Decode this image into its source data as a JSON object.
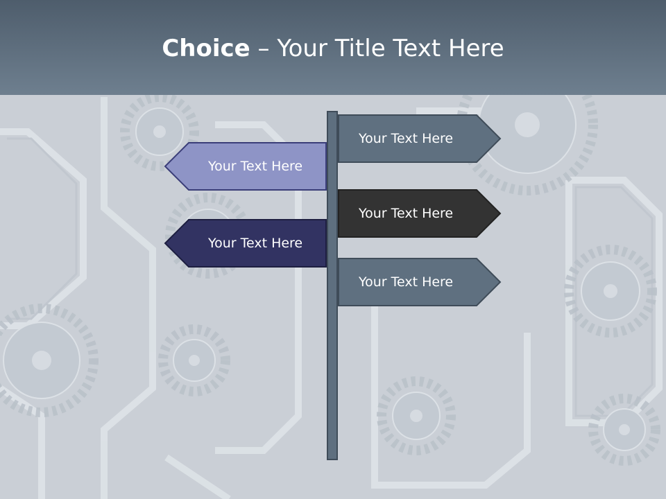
{
  "slide": {
    "title_bold": "Choice",
    "title_rest": " – Your Title Text Here"
  },
  "signs": [
    {
      "text": "Your Text Here",
      "direction": "right",
      "fill": "#5f7080"
    },
    {
      "text": "Your Text Here",
      "direction": "left",
      "fill": "#8e94c6"
    },
    {
      "text": "Your Text Here",
      "direction": "right",
      "fill": "#333333"
    },
    {
      "text": "Your Text Here",
      "direction": "left",
      "fill": "#323362"
    },
    {
      "text": "Your Text Here",
      "direction": "right",
      "fill": "#5f7080"
    }
  ],
  "colors": {
    "header": "#5a6a7a",
    "pole": "#5e6f7f",
    "background": "#c9cdd3"
  }
}
